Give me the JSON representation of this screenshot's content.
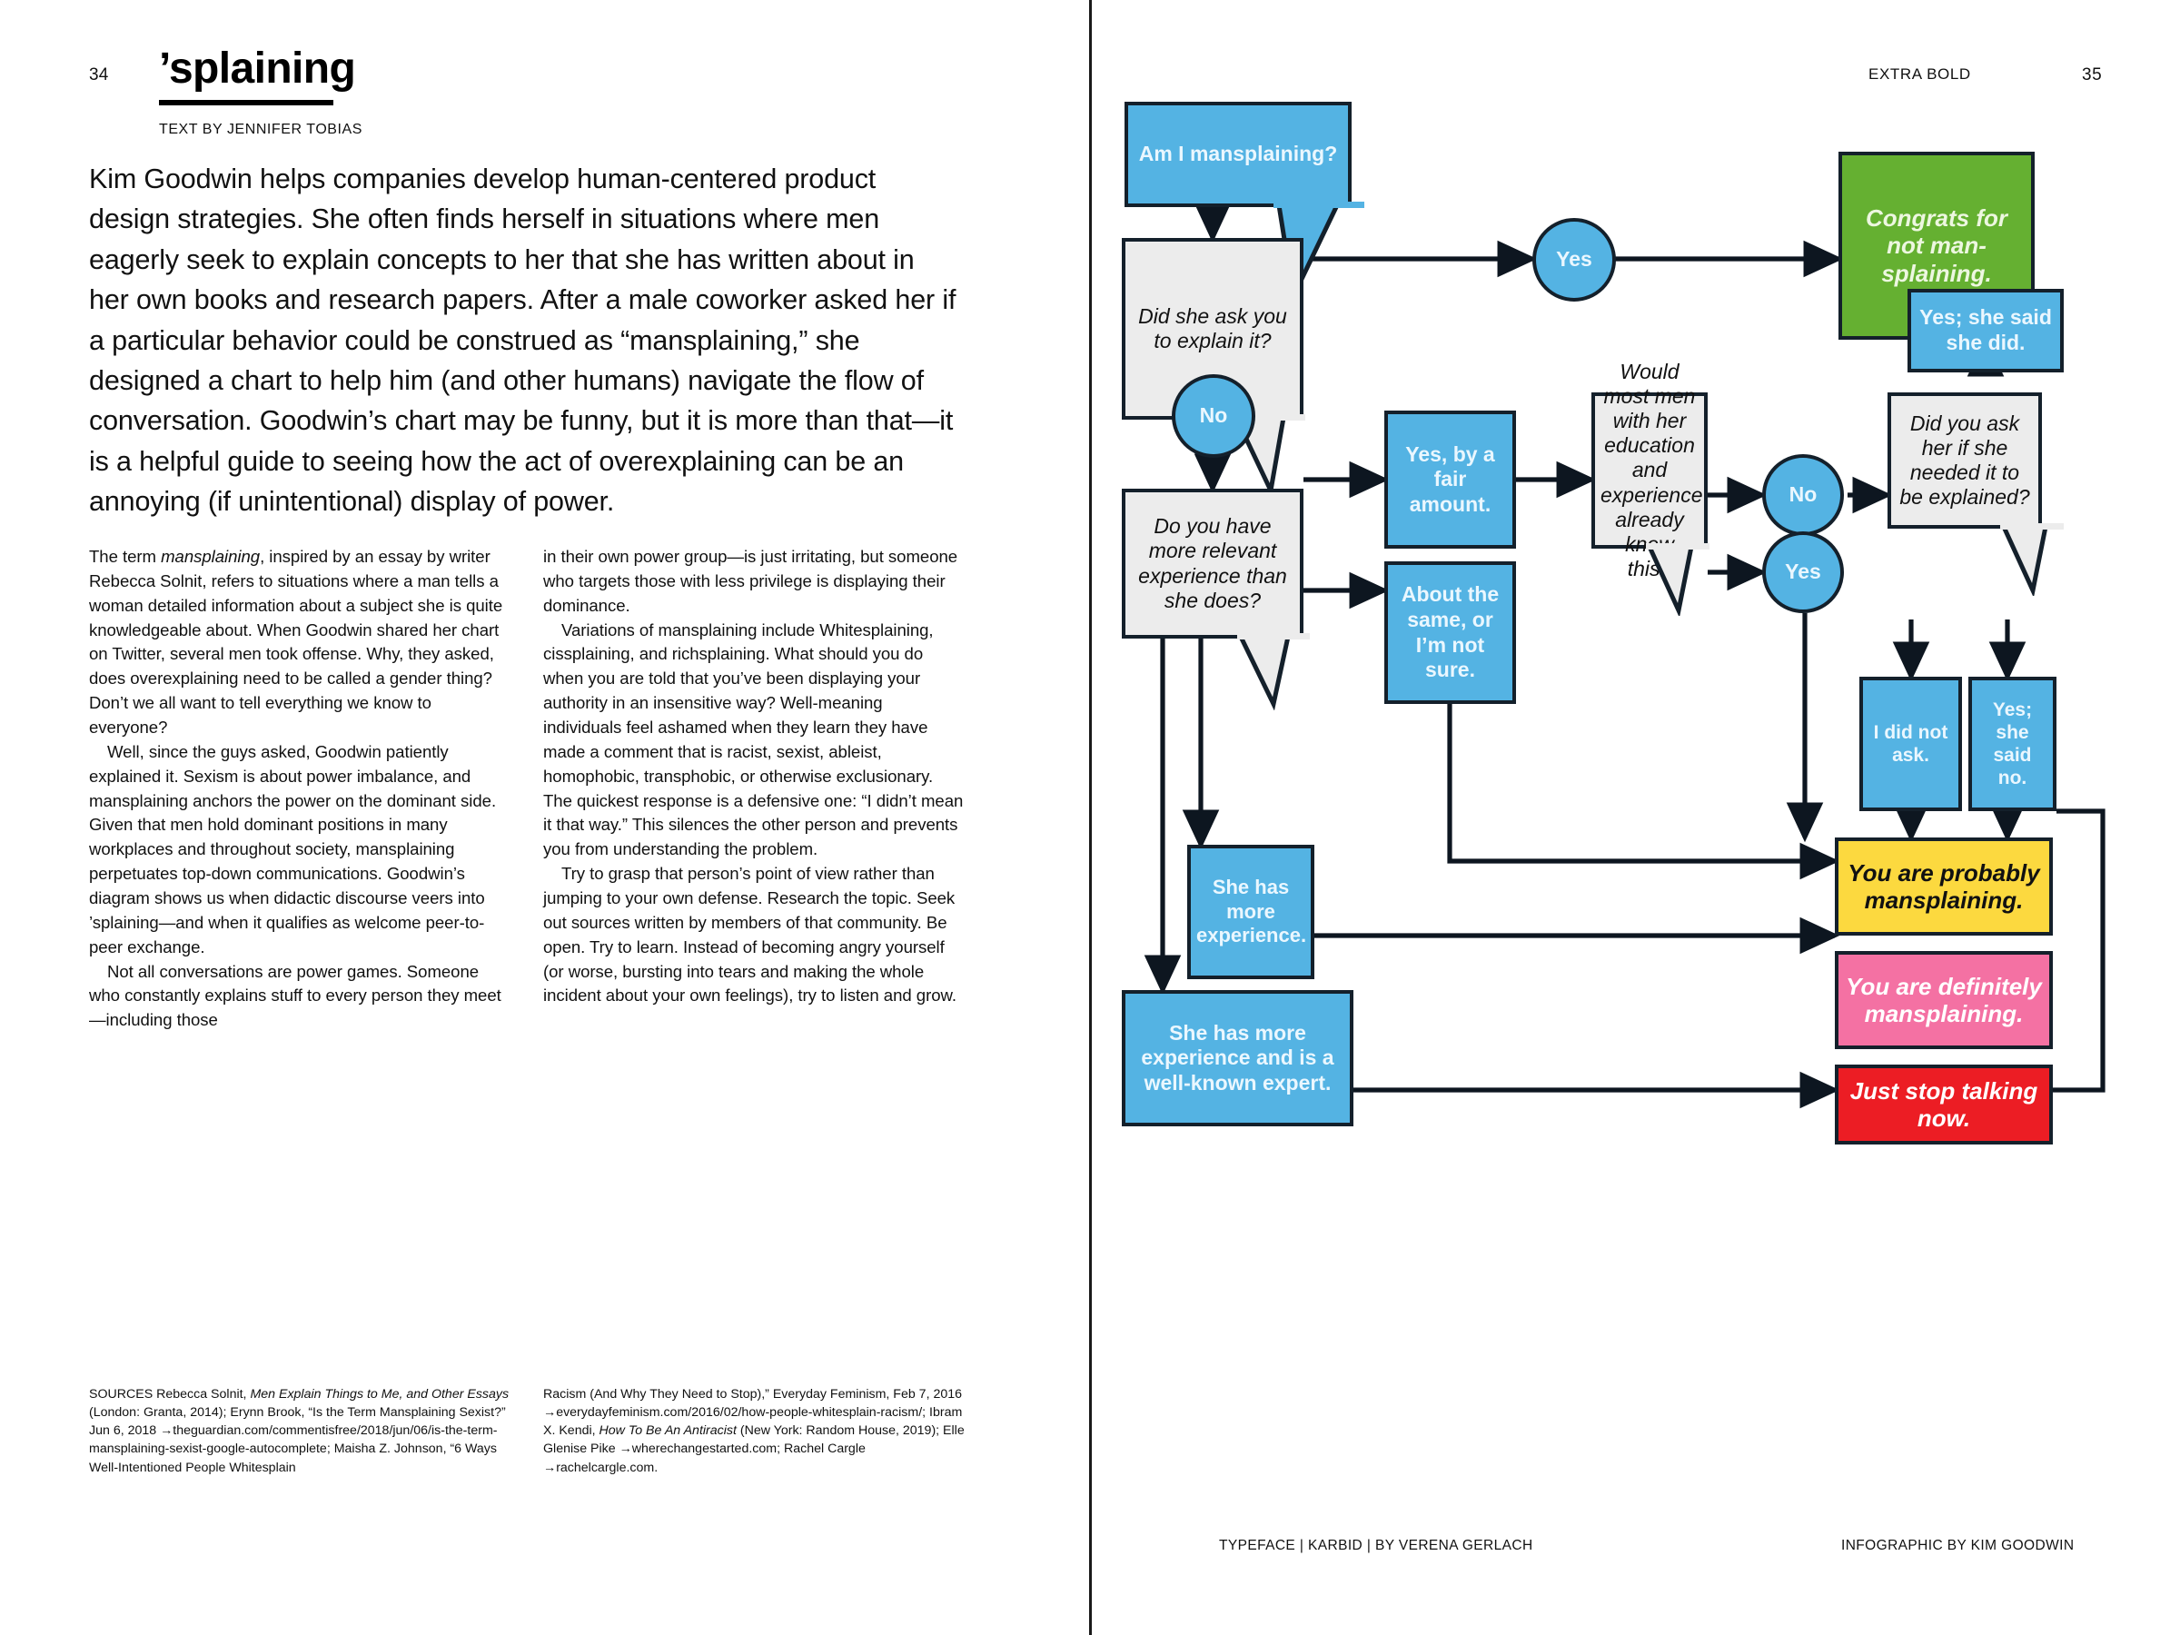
{
  "left_page": {
    "folio": "34",
    "title": "’splaining",
    "byline": "TEXT BY JENNIFER TOBIAS",
    "intro": "Kim Goodwin helps companies develop human-centered product design strategies. She often finds herself in situations where men eagerly seek to explain concepts to her that she has written about in her own books and research papers. After a male coworker asked her if a particular behavior could be construed as “mansplaining,” she designed a chart to help him (and other humans) navigate the flow of conversation. Goodwin’s chart may be funny, but it is more than that—it is a helpful guide to seeing how the act of overexplaining can be an annoying (if unintentional) display of power.",
    "body_col1": [
      "The term mansplaining, inspired by an essay by writer Rebecca Solnit, refers to situations where a man tells a woman detailed information about a subject she is quite knowledgeable about. When Goodwin shared her chart on Twitter, several men took offense. Why, they asked, does overexplaining need to be called a gender thing? Don’t we all want to tell everything we know to everyone?",
      "Well, since the guys asked, Goodwin patiently explained it. Sexism is about power imbalance, and mansplaining anchors the power on the dominant side. Given that men hold dominant positions in many workplaces and throughout society, mansplaining perpetuates top-down communications. Goodwin’s diagram shows us when didactic discourse veers into ’splaining—and when it qualifies as welcome peer-to-peer exchange.",
      "Not all conversations are power games. Someone who constantly explains stuff to every person they meet—including those"
    ],
    "body_col2": [
      "in their own power group—is just irritating, but someone who targets those with less privilege is displaying their dominance.",
      "Variations of mansplaining include Whitesplaining, cissplaining, and richsplaining. What should you do when you are told that you’ve been displaying your authority in an insensitive way? Well-meaning individuals feel ashamed when they learn they have made a comment that is racist, sexist, ableist, homophobic, transphobic, or otherwise exclusionary. The quickest response is a defensive one: “I didn’t mean it that way.” This silences the other person and prevents you from understanding the problem.",
      "Try to grasp that person’s point of view rather than jumping to your own defense. Research the topic. Seek out sources written by members of that community. Be open. Try to learn. Instead of becoming angry yourself (or worse, bursting into tears and making the whole incident about your own feelings), try to listen and grow."
    ],
    "sources_label": "SOURCES",
    "sources_col1": "Rebecca Solnit, Men Explain Things to Me, and Other Essays (London: Granta, 2014); Erynn Brook, “Is the Term Mansplaining Sexist?” Jun 6, 2018 →theguardian.com/commentisfree/2018/jun/06/is-the-term-mansplaining-sexist-google-autocomplete; Maisha Z. Johnson, “6 Ways Well-Intentioned People Whitesplain",
    "sources_col2": "Racism (And Why They Need to Stop),” Everyday Feminism, Feb 7, 2016 →everydayfeminism.com/2016/02/how-people-whitesplain-racism/; Ibram X. Kendi, How To Be An Antiracist (New York: Random House, 2019); Elle Glenise Pike →wherechangestarted.com; Rachel Cargle →rachelcargle.com."
  },
  "right_page": {
    "header_label": "EXTRA BOLD",
    "folio": "35",
    "footer_left": "TYPEFACE | KARBID | BY VERENA GERLACH",
    "footer_right": "INFOGRAPHIC BY KIM GOODWIN"
  },
  "colors": {
    "blue": "#54b3e3",
    "green": "#65b031",
    "yellow": "#fcd93f",
    "pink": "#f471a3",
    "red": "#ec1d24",
    "gray": "#ececec",
    "outline": "#14202b"
  },
  "chart_data": {
    "type": "diagram",
    "title": "Am I mansplaining?",
    "nodes": [
      {
        "id": "start",
        "kind": "bubble-blue",
        "label": "Am I mansplaining?"
      },
      {
        "id": "q1",
        "kind": "bubble-gray",
        "label": "Did she ask you to explain it?"
      },
      {
        "id": "yes1",
        "kind": "ellipse-blue",
        "label": "Yes"
      },
      {
        "id": "no1",
        "kind": "ellipse-blue",
        "label": "No"
      },
      {
        "id": "congrats",
        "kind": "box-green",
        "label": "Congrats for not man-splaining."
      },
      {
        "id": "q2",
        "kind": "bubble-gray",
        "label": "Do you have more relevant experience than she does?"
      },
      {
        "id": "a-fair",
        "kind": "box-blue",
        "label": "Yes, by a fair amount."
      },
      {
        "id": "a-same",
        "kind": "box-blue",
        "label": "About the same, or I’m not sure."
      },
      {
        "id": "q3",
        "kind": "bubble-gray",
        "label": "Would most men with her education and experience already know this?"
      },
      {
        "id": "no2",
        "kind": "ellipse-blue",
        "label": "No"
      },
      {
        "id": "yes2",
        "kind": "ellipse-blue",
        "label": "Yes"
      },
      {
        "id": "q4",
        "kind": "bubble-gray",
        "label": "Did you ask her if she needed it to be explained?"
      },
      {
        "id": "said-did",
        "kind": "box-blue",
        "label": "Yes; she said she did."
      },
      {
        "id": "did-not-ask",
        "kind": "box-blue",
        "label": "I did not ask."
      },
      {
        "id": "said-no",
        "kind": "box-blue",
        "label": "Yes; she said no."
      },
      {
        "id": "she-more",
        "kind": "box-blue",
        "label": "She has more experience."
      },
      {
        "id": "she-expert",
        "kind": "box-blue",
        "label": "She has more experience and is a well-known expert."
      },
      {
        "id": "probably",
        "kind": "box-yellow",
        "label": "You are probably mansplaining."
      },
      {
        "id": "definitely",
        "kind": "box-pink",
        "label": "You are definitely mansplaining."
      },
      {
        "id": "stop",
        "kind": "box-red",
        "label": "Just stop talking now."
      }
    ],
    "edges": [
      {
        "from": "start",
        "to": "q1"
      },
      {
        "from": "q1",
        "to": "yes1"
      },
      {
        "from": "yes1",
        "to": "congrats"
      },
      {
        "from": "q1",
        "to": "no1"
      },
      {
        "from": "no1",
        "to": "q2"
      },
      {
        "from": "q2",
        "to": "a-fair"
      },
      {
        "from": "q2",
        "to": "a-same"
      },
      {
        "from": "a-fair",
        "to": "q3"
      },
      {
        "from": "q3",
        "to": "no2"
      },
      {
        "from": "q3",
        "to": "yes2"
      },
      {
        "from": "no2",
        "to": "q4"
      },
      {
        "from": "q4",
        "to": "said-did"
      },
      {
        "from": "said-did",
        "to": "congrats"
      },
      {
        "from": "q4",
        "to": "did-not-ask"
      },
      {
        "from": "q4",
        "to": "said-no"
      },
      {
        "from": "did-not-ask",
        "to": "probably"
      },
      {
        "from": "said-no",
        "to": "probably"
      },
      {
        "from": "yes2",
        "to": "probably"
      },
      {
        "from": "a-same",
        "to": "probably"
      },
      {
        "from": "q2",
        "to": "she-more"
      },
      {
        "from": "q2",
        "to": "she-expert"
      },
      {
        "from": "she-more",
        "to": "definitely"
      },
      {
        "from": "she-expert",
        "to": "stop"
      },
      {
        "from": "said-no",
        "to": "stop"
      }
    ]
  }
}
